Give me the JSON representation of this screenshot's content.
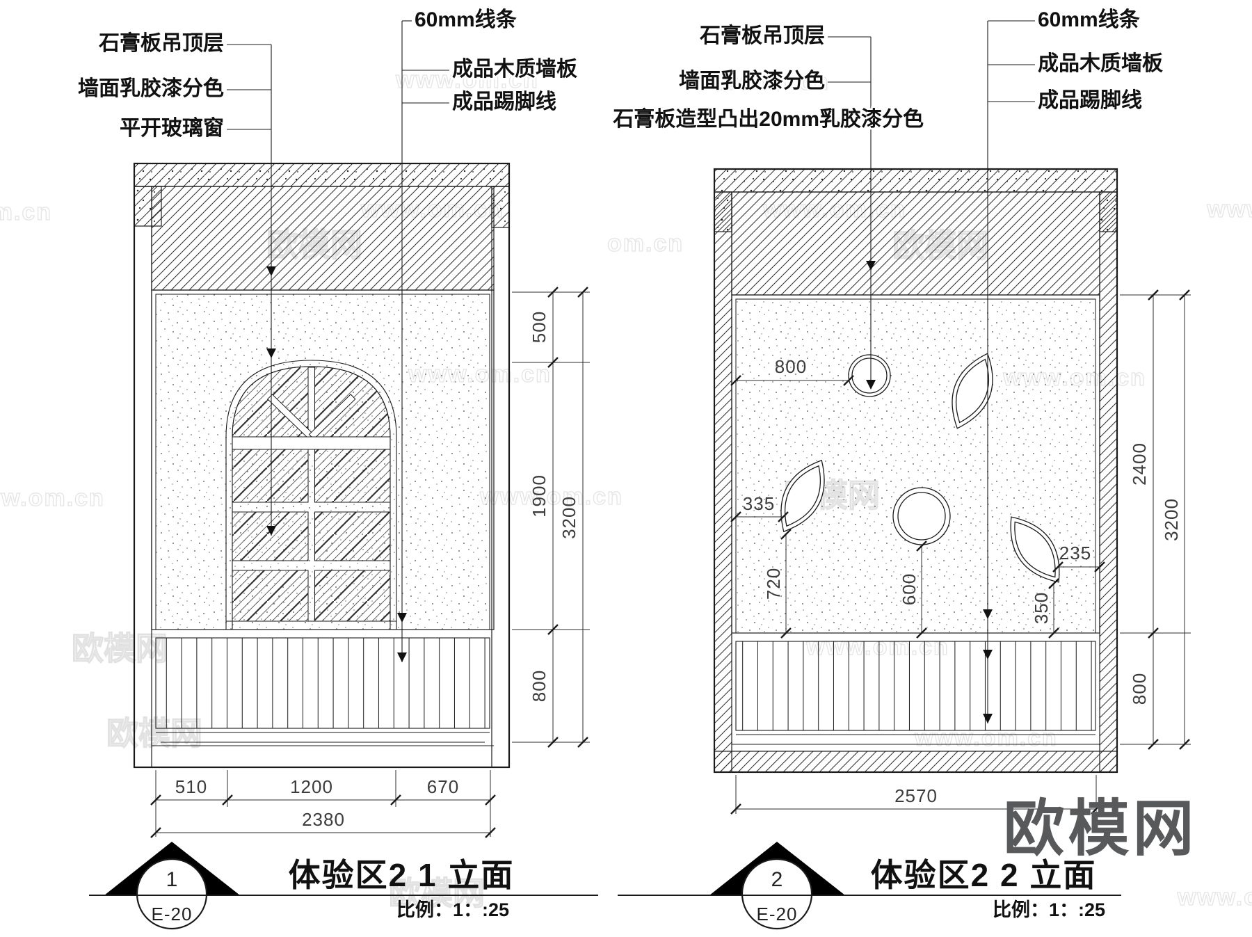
{
  "brand": {
    "logo_text": "欧模网",
    "logo_color": "#58595b",
    "site_url": "www.om.cn"
  },
  "p1": {
    "callouts_left": [
      "石膏板吊顶层",
      "墙面乳胶漆分色",
      "平开玻璃窗"
    ],
    "callouts_right": [
      "60mm线条",
      "成品木质墙板",
      "成品踢脚线"
    ],
    "dims": {
      "right": [
        "500",
        "1900",
        "800",
        "3200"
      ],
      "bottom": [
        "510",
        "1200",
        "670",
        "2380"
      ]
    },
    "titleblock": {
      "number": "1",
      "sheet": "E-20",
      "title": "体验区2 1 立面",
      "scale": "比例：1：:25"
    }
  },
  "p2": {
    "callouts_left": [
      "石膏板吊顶层",
      "墙面乳胶漆分色",
      "石膏板造型凸出20mm乳胶漆分色"
    ],
    "callouts_right": [
      "60mm线条",
      "成品木质墙板",
      "成品踢脚线"
    ],
    "dims": {
      "interior": [
        "800",
        "335",
        "720",
        "600",
        "235",
        "350"
      ],
      "right": [
        "2400",
        "800",
        "3200"
      ],
      "bottom": [
        "2570"
      ]
    },
    "titleblock": {
      "number": "2",
      "sheet": "E-20",
      "title": "体验区2 2 立面",
      "scale": "比例：1：:25"
    }
  },
  "watermarks": [
    "om.cn",
    "www.om.cn",
    "www.om.cn",
    "www",
    "www.om.cn",
    "www.om.cn",
    "欧模网",
    "om.cn",
    "欧模网",
    "www.om.cn",
    "www.om.cn",
    "www.om.cn",
    "www.om.cn",
    "欧模网",
    "欧模网",
    "www.om.cn",
    "欧模网",
    "www.om.cn",
    "欧模网",
    "www.om"
  ]
}
